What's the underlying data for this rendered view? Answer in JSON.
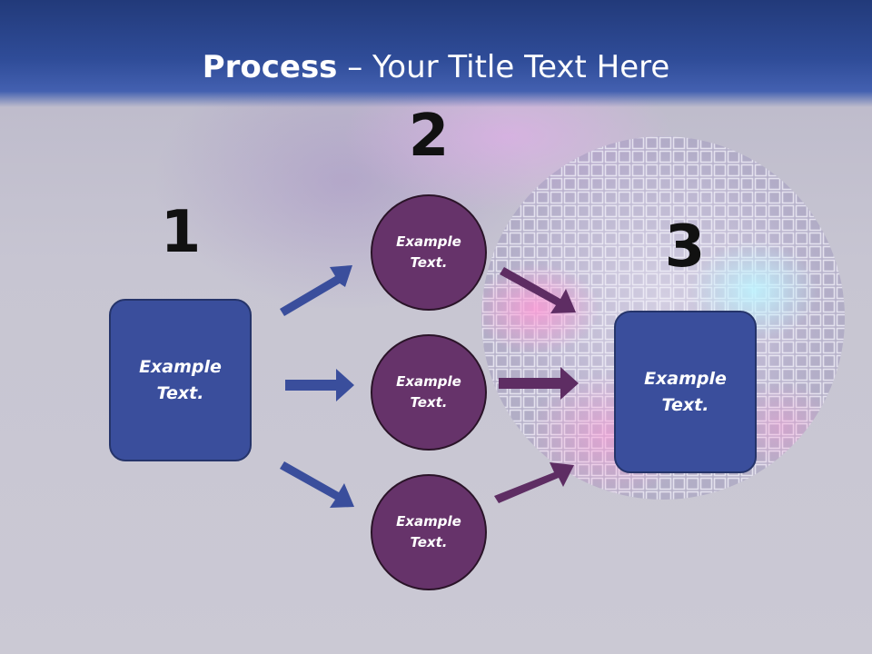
{
  "slide": {
    "title_bold": "Process",
    "title_rest": " – Your Title Text Here"
  },
  "diagram": {
    "steps": [
      {
        "number": "1",
        "nodes": [
          "Example Text."
        ]
      },
      {
        "number": "2",
        "nodes": [
          "Example Text.",
          "Example Text.",
          "Example Text."
        ]
      },
      {
        "number": "3",
        "nodes": [
          "Example Text."
        ]
      }
    ]
  },
  "colors": {
    "header": "#2f4c98",
    "box_fill": "#3a4e9c",
    "circle_fill": "#66336a",
    "arrow_blue": "#3a4e9c",
    "arrow_purple": "#5e2d63"
  }
}
